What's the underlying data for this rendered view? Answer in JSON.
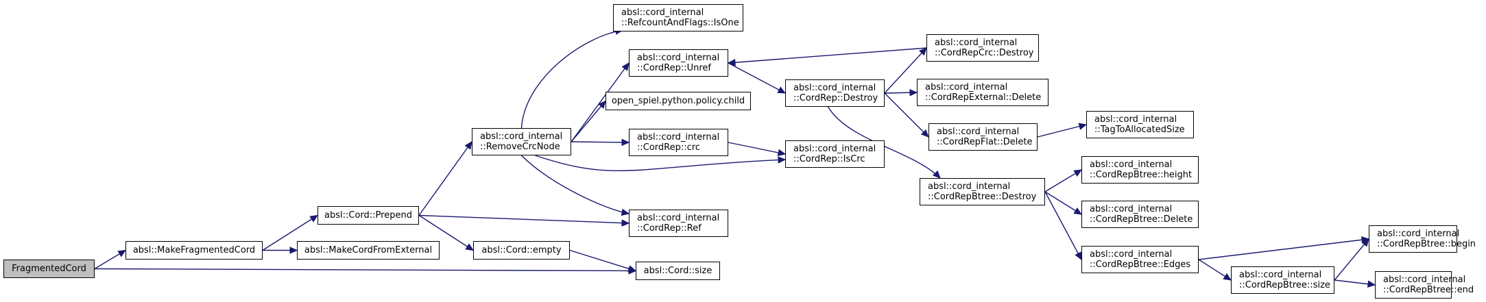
{
  "graph": {
    "nodes": {
      "fragmented_cord": [
        "FragmentedCord"
      ],
      "make_fragmented_cord": [
        "absl::MakeFragmentedCord"
      ],
      "make_cord_from_external": [
        "absl::MakeCordFromExternal"
      ],
      "cord_prepend": [
        "absl::Cord::Prepend"
      ],
      "cord_empty": [
        "absl::Cord::empty"
      ],
      "cord_size": [
        "absl::Cord::size"
      ],
      "remove_crc_node": [
        "absl::cord_internal",
        "::RemoveCrcNode"
      ],
      "refcount_is_one": [
        "absl::cord_internal",
        "::RefcountAndFlags::IsOne"
      ],
      "cordrep_unref": [
        "absl::cord_internal",
        "::CordRep::Unref"
      ],
      "policy_child": [
        "open_spiel.python.policy.child"
      ],
      "cordrep_crc": [
        "absl::cord_internal",
        "::CordRep::crc"
      ],
      "cordrep_ref": [
        "absl::cord_internal",
        "::CordRep::Ref"
      ],
      "cordrep_destroy": [
        "absl::cord_internal",
        "::CordRep::Destroy"
      ],
      "cordrep_iscrc": [
        "absl::cord_internal",
        "::CordRep::IsCrc"
      ],
      "cordrepcrc_destroy": [
        "absl::cord_internal",
        "::CordRepCrc::Destroy"
      ],
      "cordrepexternal_delete": [
        "absl::cord_internal",
        "::CordRepExternal::Delete"
      ],
      "cordrepflat_delete": [
        "absl::cord_internal",
        "::CordRepFlat::Delete"
      ],
      "cordrepbtree_destroy": [
        "absl::cord_internal",
        "::CordRepBtree::Destroy"
      ],
      "tag_to_allocated_size": [
        "absl::cord_internal",
        "::TagToAllocatedSize"
      ],
      "cordrepbtree_height": [
        "absl::cord_internal",
        "::CordRepBtree::height"
      ],
      "cordrepbtree_delete": [
        "absl::cord_internal",
        "::CordRepBtree::Delete"
      ],
      "cordrepbtree_edges": [
        "absl::cord_internal",
        "::CordRepBtree::Edges"
      ],
      "cordrepbtree_begin": [
        "absl::cord_internal",
        "::CordRepBtree::begin"
      ],
      "cordrepbtree_size": [
        "absl::cord_internal",
        "::CordRepBtree::size"
      ],
      "cordrepbtree_end": [
        "absl::cord_internal",
        "::CordRepBtree::end"
      ]
    },
    "edges": [
      [
        "fragmented_cord",
        "make_fragmented_cord"
      ],
      [
        "fragmented_cord",
        "cord_size"
      ],
      [
        "make_fragmented_cord",
        "cord_prepend"
      ],
      [
        "make_fragmented_cord",
        "make_cord_from_external"
      ],
      [
        "cord_prepend",
        "remove_crc_node"
      ],
      [
        "cord_prepend",
        "cordrep_ref"
      ],
      [
        "cord_prepend",
        "cord_empty"
      ],
      [
        "cord_empty",
        "cord_size"
      ],
      [
        "remove_crc_node",
        "refcount_is_one"
      ],
      [
        "remove_crc_node",
        "cordrep_unref"
      ],
      [
        "remove_crc_node",
        "policy_child"
      ],
      [
        "remove_crc_node",
        "cordrep_crc"
      ],
      [
        "remove_crc_node",
        "cordrep_iscrc"
      ],
      [
        "remove_crc_node",
        "cordrep_ref"
      ],
      [
        "cordrep_unref",
        "cordrep_destroy"
      ],
      [
        "cordrep_crc",
        "cordrep_iscrc"
      ],
      [
        "cordrep_destroy",
        "cordrepcrc_destroy"
      ],
      [
        "cordrep_destroy",
        "cordrepexternal_delete"
      ],
      [
        "cordrep_destroy",
        "cordrepflat_delete"
      ],
      [
        "cordrep_destroy",
        "cordrepbtree_destroy"
      ],
      [
        "cordrepcrc_destroy",
        "cordrep_unref"
      ],
      [
        "cordrepflat_delete",
        "tag_to_allocated_size"
      ],
      [
        "cordrepbtree_destroy",
        "cordrepbtree_height"
      ],
      [
        "cordrepbtree_destroy",
        "cordrepbtree_delete"
      ],
      [
        "cordrepbtree_destroy",
        "cordrepbtree_edges"
      ],
      [
        "cordrepbtree_edges",
        "cordrepbtree_begin"
      ],
      [
        "cordrepbtree_edges",
        "cordrepbtree_size"
      ],
      [
        "cordrepbtree_size",
        "cordrepbtree_begin"
      ],
      [
        "cordrepbtree_size",
        "cordrepbtree_end"
      ]
    ]
  },
  "colors": {
    "edge": "#191970",
    "node_border": "#000000",
    "node_fill": "#ffffff",
    "root_fill": "#bfbfbf"
  }
}
